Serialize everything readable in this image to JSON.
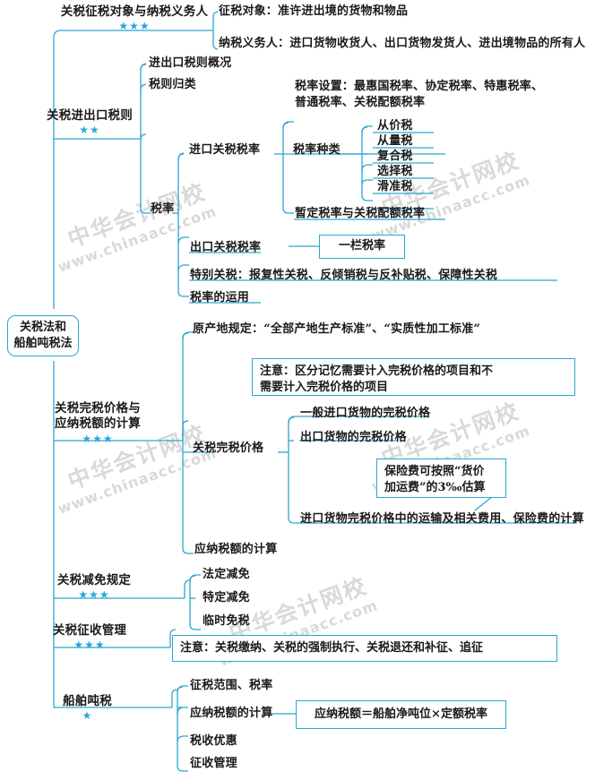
{
  "document": {
    "title": "关税法和船舶吨税法 思维导图",
    "accent_color": "#2BA6D0",
    "star_color": "#22A7DD",
    "watermark_cn": "中华会计网校",
    "watermark_en": "www.chinaacc.com"
  },
  "root": {
    "label_line1": "关税法和",
    "label_line2": "船舶吨税法"
  },
  "branches": [
    {
      "id": "b1",
      "label": "关税征税对象与纳税义务人",
      "stars": "★★★",
      "children": [
        {
          "label": "征税对象：准许进出境的货物和物品"
        },
        {
          "label": "纳税义务人：进口货物收货人、出口货物发货人、进出境物品的所有人"
        }
      ]
    },
    {
      "id": "b2",
      "label": "关税进出口税则",
      "stars": "★★",
      "children": [
        {
          "label": "进出口税则概况"
        },
        {
          "label": "税则归类"
        },
        {
          "label": "税率"
        }
      ]
    },
    {
      "id": "b3",
      "label_line1": "关税完税价格与",
      "label_line2": "应纳税额的计算",
      "stars": "★★★",
      "children": [
        {
          "label": "原产地规定：“全部产地生产标准”、“实质性加工标准”"
        },
        {
          "label": "关税完税价格"
        },
        {
          "label": "应纳税额的计算"
        }
      ]
    },
    {
      "id": "b4",
      "label": "关税减免规定",
      "stars": "★★★",
      "children": [
        {
          "label": "法定减免"
        },
        {
          "label": "特定减免"
        },
        {
          "label": "临时免税"
        }
      ]
    },
    {
      "id": "b5",
      "label": "关税征收管理",
      "stars": "★★★",
      "children": []
    },
    {
      "id": "b6",
      "label": "船舶吨税",
      "stars": "★",
      "children": [
        {
          "label": "征税范围、税率"
        },
        {
          "label": "应纳税额的计算"
        },
        {
          "label": "税收优惠"
        },
        {
          "label": "征收管理"
        }
      ]
    }
  ],
  "tax_rate_subtree": {
    "parent": "税率",
    "items": [
      {
        "label": "进口关税税率"
      },
      {
        "label": "出口关税税率"
      },
      {
        "label": "特别关税：报复性关税、反倾销税与反补贴税、保障性关税"
      },
      {
        "label": "税率的运用"
      }
    ]
  },
  "import_rate_subtree": {
    "parent": "进口关税税率",
    "setting": "税率设置：最惠国税率、协定税率、特惠税率、普通税率、关税配额税率",
    "setting_line1": "税率设置：最惠国税率、协定税率、特惠税率、",
    "setting_line2": "普通税率、关税配额税率",
    "kinds_label": "税率种类",
    "kinds": [
      "从价税",
      "从量税",
      "复合税",
      "选择税",
      "滑准税"
    ],
    "provisional": "暂定税率与关税配额税率"
  },
  "export_rate_callout": {
    "label": "一栏税率"
  },
  "customs_value_subtree": {
    "parent": "关税完税价格",
    "items": [
      {
        "label": "一般进口货物的完税价格"
      },
      {
        "label": "出口货物的完税价格"
      },
      {
        "label": "进口货物完税价格中的运输及相关费用、保险费的计算"
      }
    ]
  },
  "callouts": [
    {
      "id": "note-dutiable-value",
      "line1": "注意：区分记忆需要计入完税价格的项目和不",
      "line2": "需要计入完税价格的项目"
    },
    {
      "id": "note-insurance",
      "line1": "保险费可按照“货价",
      "line2": "加运费”的3‰估算"
    },
    {
      "id": "note-collection",
      "line1": "注意：关税缴纳、关税的强制执行、关税退还和补征、追征"
    },
    {
      "id": "formula-tonnage",
      "line1": "应纳税额＝船舶净吨位×定额税率"
    }
  ]
}
